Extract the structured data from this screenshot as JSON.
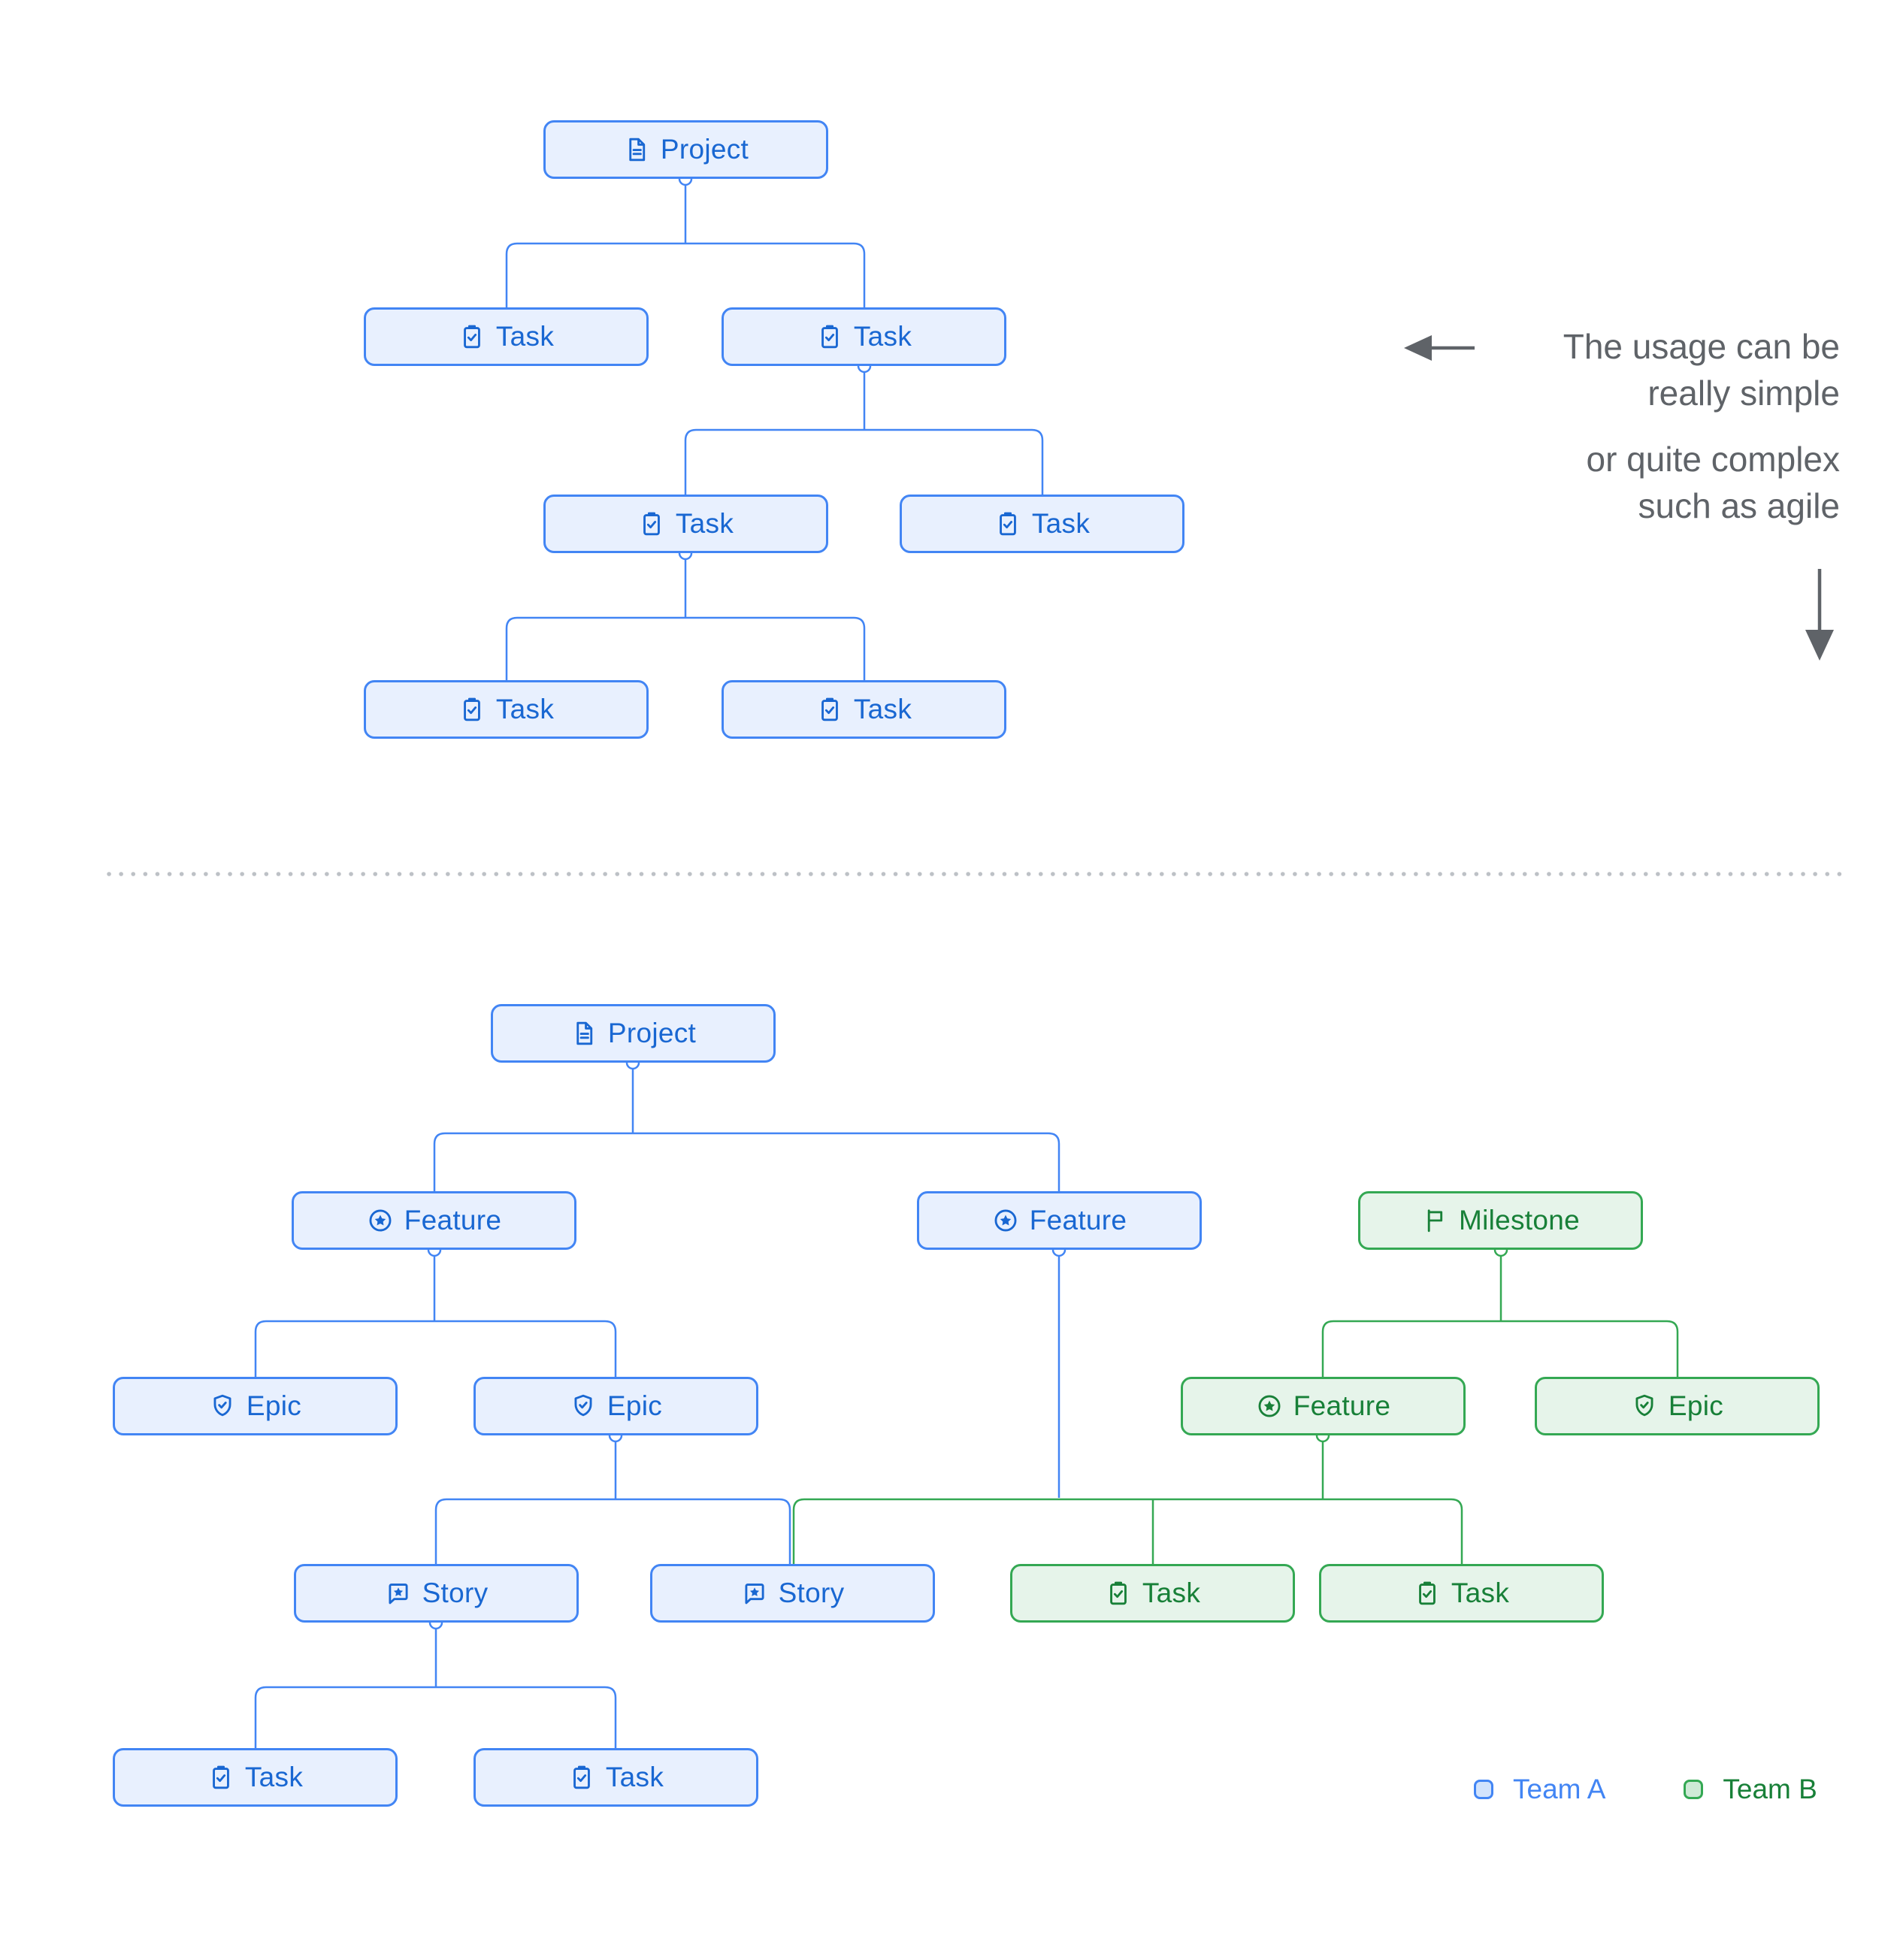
{
  "colors": {
    "team_a_border": "#4285F4",
    "team_a_fill": "#E8F0FE",
    "team_a_text": "#1967D2",
    "team_b_border": "#34A853",
    "team_b_fill": "#E6F4EA",
    "team_b_text": "#188038",
    "annotation_text": "#5F6368",
    "divider_dots": "#BDC1C6"
  },
  "diagram_simple": {
    "nodes": [
      {
        "id": "project",
        "label": "Project",
        "icon": "document-icon",
        "team": "A"
      },
      {
        "id": "task-1",
        "label": "Task",
        "icon": "task-icon",
        "team": "A"
      },
      {
        "id": "task-2",
        "label": "Task",
        "icon": "task-icon",
        "team": "A"
      },
      {
        "id": "task-2-1",
        "label": "Task",
        "icon": "task-icon",
        "team": "A"
      },
      {
        "id": "task-2-2",
        "label": "Task",
        "icon": "task-icon",
        "team": "A"
      },
      {
        "id": "task-2-1-1",
        "label": "Task",
        "icon": "task-icon",
        "team": "A"
      },
      {
        "id": "task-2-1-2",
        "label": "Task",
        "icon": "task-icon",
        "team": "A"
      }
    ]
  },
  "annotation": {
    "line1": "The usage can be",
    "line2": "really simple",
    "line3": "or quite complex",
    "line4": "such as agile"
  },
  "diagram_agile": {
    "nodes": [
      {
        "id": "project",
        "label": "Project",
        "icon": "document-icon",
        "team": "A"
      },
      {
        "id": "feature-l",
        "label": "Feature",
        "icon": "feature-icon",
        "team": "A"
      },
      {
        "id": "feature-r",
        "label": "Feature",
        "icon": "feature-icon",
        "team": "A"
      },
      {
        "id": "milestone",
        "label": "Milestone",
        "icon": "milestone-icon",
        "team": "B"
      },
      {
        "id": "epic-1",
        "label": "Epic",
        "icon": "epic-icon",
        "team": "A"
      },
      {
        "id": "epic-2",
        "label": "Epic",
        "icon": "epic-icon",
        "team": "A"
      },
      {
        "id": "feature-g",
        "label": "Feature",
        "icon": "feature-icon",
        "team": "B"
      },
      {
        "id": "epic-g",
        "label": "Epic",
        "icon": "epic-icon",
        "team": "B"
      },
      {
        "id": "story-l",
        "label": "Story",
        "icon": "story-icon",
        "team": "A"
      },
      {
        "id": "story-r",
        "label": "Story",
        "icon": "story-icon",
        "team": "A"
      },
      {
        "id": "task-g1",
        "label": "Task",
        "icon": "task-icon",
        "team": "B"
      },
      {
        "id": "task-g2",
        "label": "Task",
        "icon": "task-icon",
        "team": "B"
      },
      {
        "id": "task-1",
        "label": "Task",
        "icon": "task-icon",
        "team": "A"
      },
      {
        "id": "task-2",
        "label": "Task",
        "icon": "task-icon",
        "team": "A"
      }
    ]
  },
  "legend": {
    "team_a": "Team A",
    "team_b": "Team B"
  }
}
